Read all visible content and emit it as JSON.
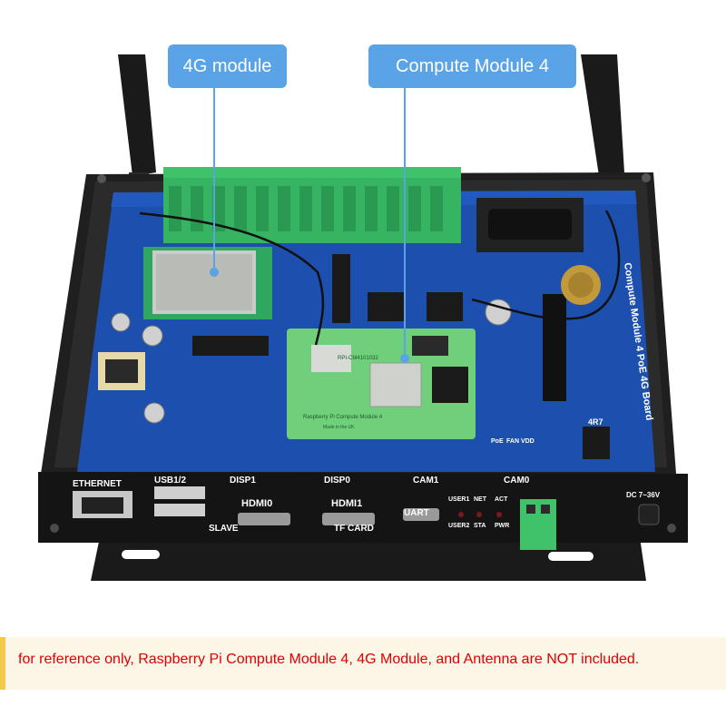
{
  "callouts": {
    "module_4g": "4G module",
    "compute_module": "Compute Module 4"
  },
  "panel_labels": {
    "ethernet": "ETHERNET",
    "usb": "USB1/2",
    "disp1": "DISP1",
    "disp0": "DISP0",
    "cam1": "CAM1",
    "cam0": "CAM0",
    "hdmi0": "HDMI0",
    "hdmi1": "HDMI1",
    "uart": "UART",
    "slave": "SLAVE",
    "tf_card": "TF CARD",
    "user1": "USER1",
    "user2": "USER2",
    "net": "NET",
    "act": "ACT",
    "sta": "STA",
    "pwr": "PWR",
    "dc": "DC 7~36V"
  },
  "board_text": {
    "side_title": "Compute Module 4 PoE 4G Board",
    "cm4_model": "RPI-CM4101032",
    "cm4_brand": "Raspberry Pi Compute Module 4",
    "cm4_made": "Made in the UK",
    "poe": "PoE",
    "fan": "FAN VDD",
    "inductor": "4R7"
  },
  "note": {
    "text": "for reference only, Raspberry Pi Compute Module 4, 4G Module, and Antenna are NOT included."
  },
  "colors": {
    "callout": "#5aa3e6",
    "pcb": "#1d4fae",
    "case": "#1b1b1b",
    "terminal": "#3ec26a",
    "cm4": "#6fcf7a",
    "note_text": "#e00000",
    "note_bg": "#fbf6e6",
    "note_accent": "#f2c94c"
  }
}
